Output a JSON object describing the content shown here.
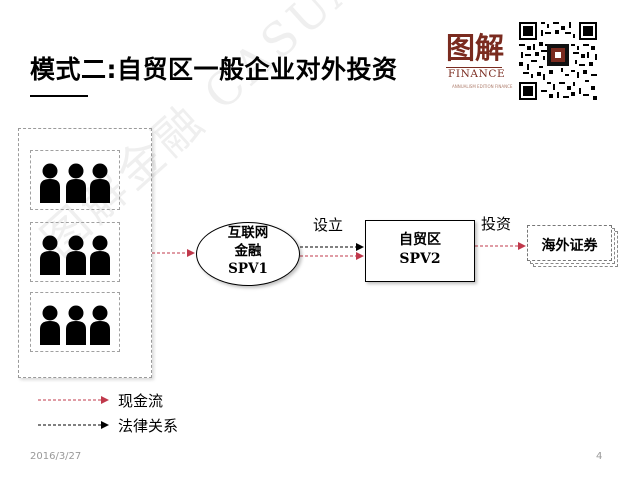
{
  "slide": {
    "title": "模式二:自贸区一般企业对外投资",
    "date": "2016/3/27",
    "page_number": "4"
  },
  "logo": {
    "glyphs": "图解",
    "text": "FINANCE",
    "small_text": "ANNUALISM EDITION FINANCE"
  },
  "watermark": {
    "text": "图解金融 CASUAL FINANCE"
  },
  "diagram": {
    "investor_groups": 3,
    "people_per_group": 3,
    "nodes": {
      "internet_finance": "互联网\n金融\nSPV1",
      "ftz_spv": "自贸区\nSPV2",
      "overseas_securities": "海外证券"
    },
    "edges": {
      "setup": "设立",
      "invest": "投资"
    },
    "colors": {
      "cash_flow": "#c0394b",
      "legal_relation": "#000000"
    }
  },
  "legend": {
    "cash_flow_label": "现金流",
    "legal_label": "法律关系"
  }
}
